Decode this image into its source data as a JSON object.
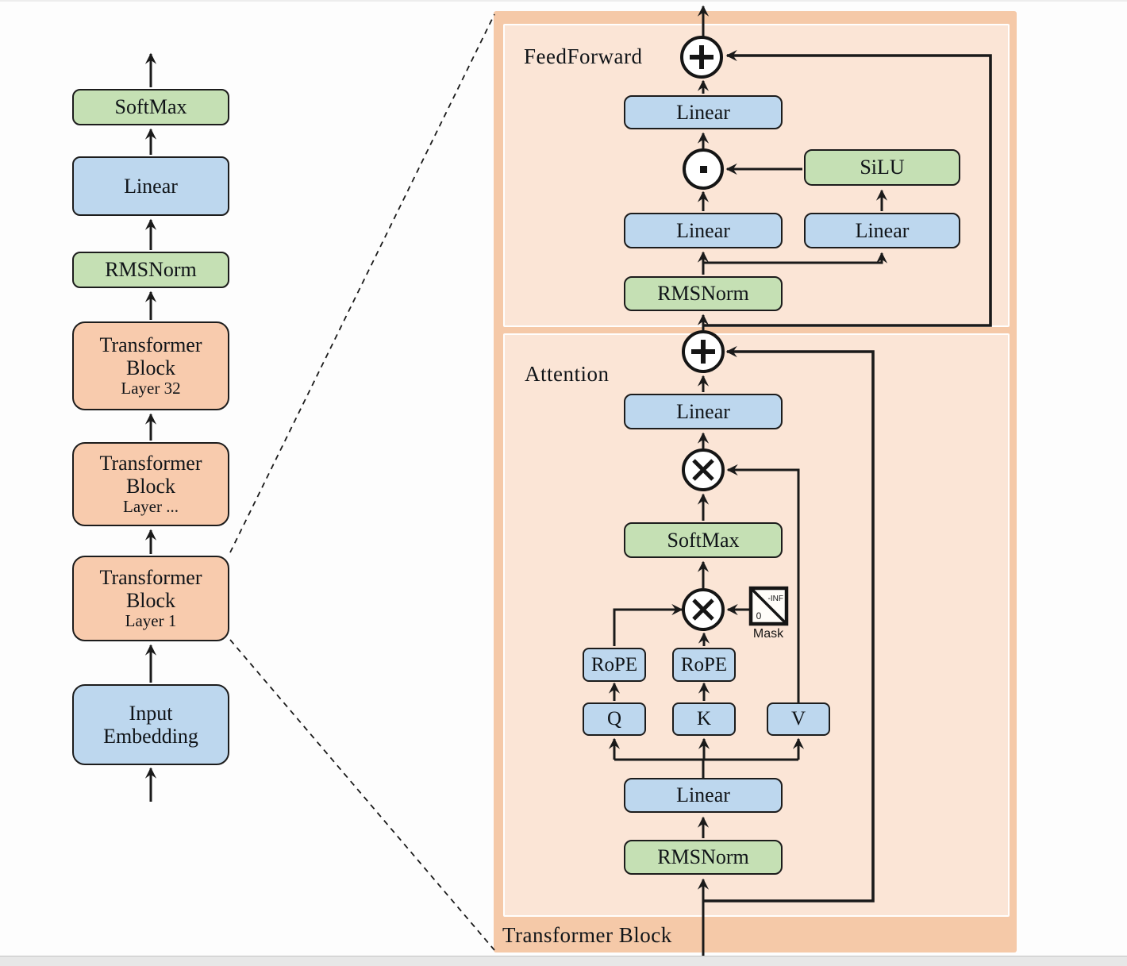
{
  "left_column": {
    "blocks": [
      {
        "label": "SoftMax"
      },
      {
        "label": "Linear"
      },
      {
        "label": "RMSNorm"
      },
      {
        "line1": "Transformer",
        "line2": "Block",
        "layer": "Layer 32"
      },
      {
        "line1": "Transformer",
        "line2": "Block",
        "layer": "Layer ..."
      },
      {
        "line1": "Transformer",
        "line2": "Block",
        "layer": "Layer 1"
      },
      {
        "line1": "Input",
        "line2": "Embedding"
      }
    ]
  },
  "panel": {
    "block_label": "Transformer Block",
    "feedforward": {
      "label": "FeedForward",
      "out_linear": "Linear",
      "gate_linear": "Linear",
      "up_linear": "Linear",
      "silu": "SiLU",
      "rmsnorm": "RMSNorm"
    },
    "attention": {
      "label": "Attention",
      "out_linear": "Linear",
      "softmax": "SoftMax",
      "rope_q": "RoPE",
      "rope_k": "RoPE",
      "q": "Q",
      "k": "K",
      "v": "V",
      "mask_label": "Mask",
      "mask_inf": "-INF",
      "mask_zero": "0",
      "qkv_linear": "Linear",
      "rmsnorm": "RMSNorm"
    },
    "operators": {
      "residual_add": "plus-in-circle",
      "elementwise_product": "dot-in-circle",
      "matmul": "x-in-circle"
    }
  },
  "colors": {
    "blue": "#bdd7ee",
    "green": "#c5e0b4",
    "orange": "#f8cbad",
    "panel_outer": "#f5c9a8",
    "panel_inner": "#fbe5d6",
    "line": "#1a1a1a"
  }
}
